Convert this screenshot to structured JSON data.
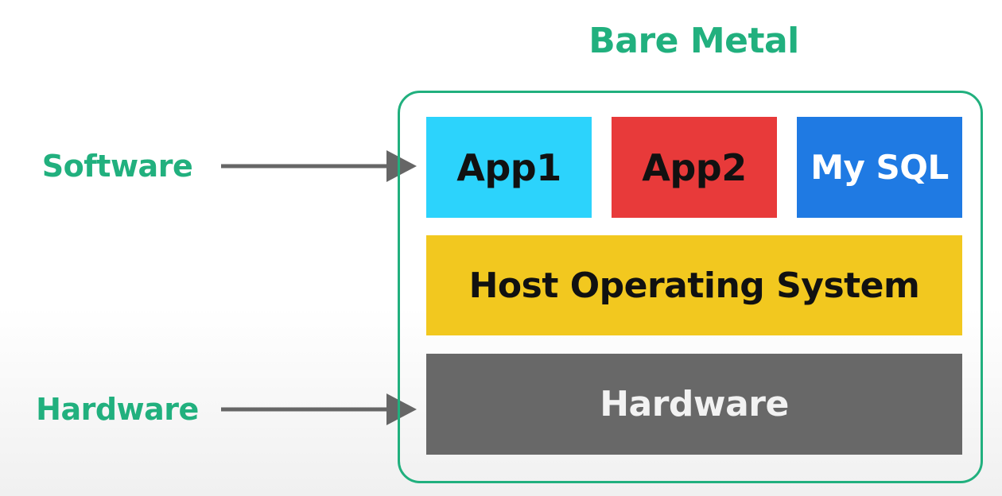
{
  "title": "Bare Metal",
  "labels": {
    "software": "Software",
    "hardware": "Hardware"
  },
  "stack": {
    "apps": [
      {
        "label": "App1",
        "color": "#2cd3fc",
        "text_color": "#111111"
      },
      {
        "label": "App2",
        "color": "#e83a3a",
        "text_color": "#111111"
      },
      {
        "label": "My SQL",
        "color": "#1f7ae3",
        "text_color": "#ffffff"
      }
    ],
    "os": {
      "label": "Host Operating System",
      "color": "#f2c81f",
      "text_color": "#111111"
    },
    "hardware": {
      "label": "Hardware",
      "color": "#686868",
      "text_color": "#f2f2f2"
    }
  },
  "colors": {
    "accent": "#21b07e",
    "arrow": "#666666"
  }
}
